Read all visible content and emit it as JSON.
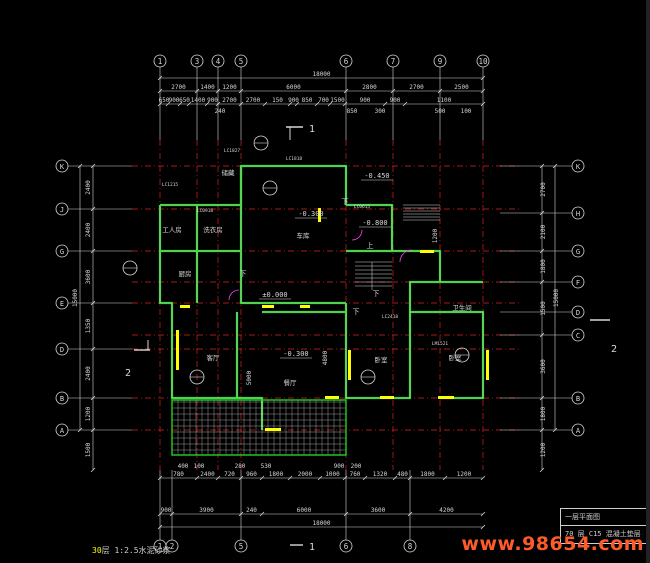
{
  "drawing": {
    "axes_top": [
      "1",
      "3",
      "4",
      "5",
      "6",
      "7",
      "9",
      "10"
    ],
    "axes_bottom": [
      "1",
      "2",
      "5",
      "6",
      "8"
    ],
    "axes_left": [
      "K",
      "J",
      "G",
      "E",
      "D",
      "B",
      "A"
    ],
    "axes_right": [
      "K",
      "H",
      "G",
      "F",
      "D",
      "C",
      "B",
      "A"
    ],
    "top_total": "18000",
    "bottom_total": "18000",
    "top_row1": [
      "2700",
      "1400",
      "1200",
      "6000",
      "2800",
      "2700",
      "2500"
    ],
    "top_row2": [
      "650",
      "900",
      "650",
      "1400",
      "900",
      "2700",
      "2700",
      "150",
      "900",
      "850",
      "700",
      "1500",
      "900",
      "900",
      "1100"
    ],
    "top_row3": [
      "240",
      "850",
      "300",
      "500",
      "100"
    ],
    "bottom_row1": [
      "780",
      "2400",
      "720",
      "960",
      "1800",
      "2000",
      "1000",
      "760",
      "1320",
      "480",
      "1800",
      "1200"
    ],
    "bottom_row2": [
      "900",
      "3900",
      "240",
      "6000",
      "3600",
      "4200"
    ],
    "bottom_near": [
      "400",
      "100",
      "280",
      "530",
      "900",
      "200"
    ],
    "left_dims": [
      "2400",
      "2400",
      "3600",
      "1350",
      "2400",
      "1200",
      "1500"
    ],
    "left_total": "15000",
    "right_dims": [
      "2700",
      "2100",
      "1800",
      "1500",
      "3600",
      "1800",
      "1200"
    ],
    "right_total": "15000",
    "rooms": [
      "工人房",
      "洗衣房",
      "厨房",
      "客厅",
      "餐厅",
      "卧室",
      "卧室",
      "卫生间",
      "储藏",
      "车库"
    ],
    "levels": [
      "-0.450",
      "-0.300",
      "-0.800",
      "±0.000",
      "-0.300",
      "-0.300"
    ],
    "section_marks": [
      "1",
      "2",
      "2",
      "1"
    ],
    "window_tags": [
      "LC1827",
      "LC1818",
      "LC1215",
      "LC0918",
      "LC0615",
      "LC2418",
      "LM1521"
    ],
    "stair_labels": [
      "上",
      "下",
      "下",
      "下",
      "下"
    ],
    "bottom_note_num": "30",
    "bottom_note": "层 1:2.5水泥砂浆",
    "stamp": [
      "一层平面图",
      "70 层 C15 混凝土垫层"
    ],
    "watermark": "www.98654.com"
  }
}
